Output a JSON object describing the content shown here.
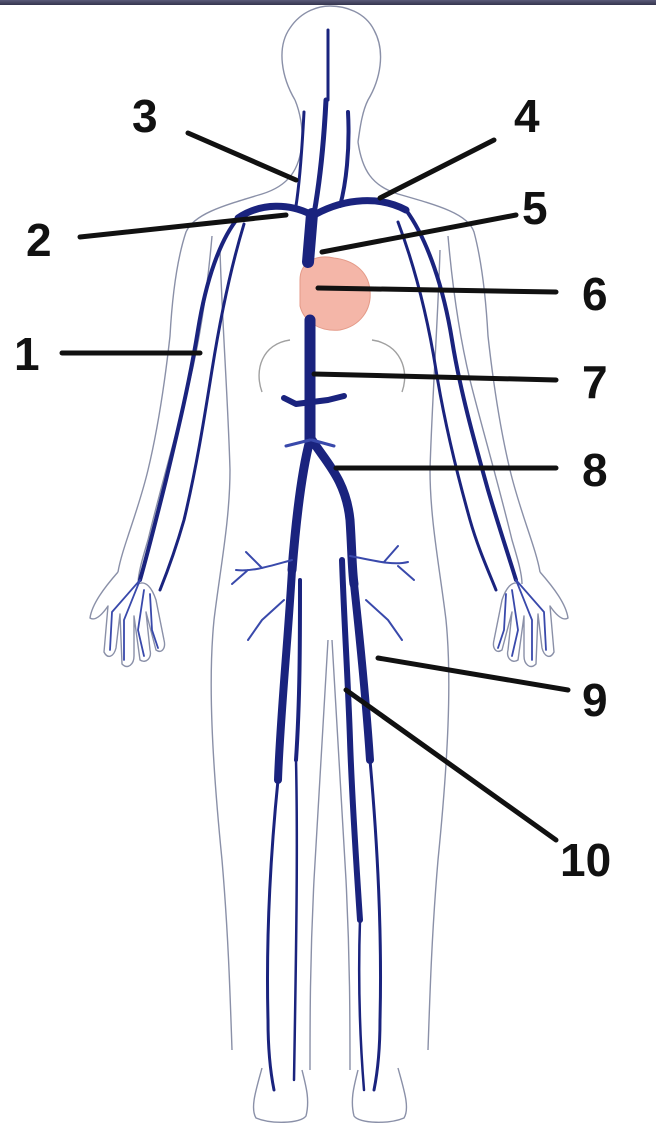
{
  "colors": {
    "vein": "#1a237e",
    "vein_light": "#3949ab",
    "outline": "#8a90a8",
    "heart": "#f4b6a8",
    "leader": "#111111",
    "top_bar": "#3e3e5a"
  },
  "labels": [
    {
      "number": "1"
    },
    {
      "number": "2"
    },
    {
      "number": "3"
    },
    {
      "number": "4"
    },
    {
      "number": "5"
    },
    {
      "number": "6"
    },
    {
      "number": "7"
    },
    {
      "number": "8"
    },
    {
      "number": "9"
    },
    {
      "number": "10"
    }
  ]
}
